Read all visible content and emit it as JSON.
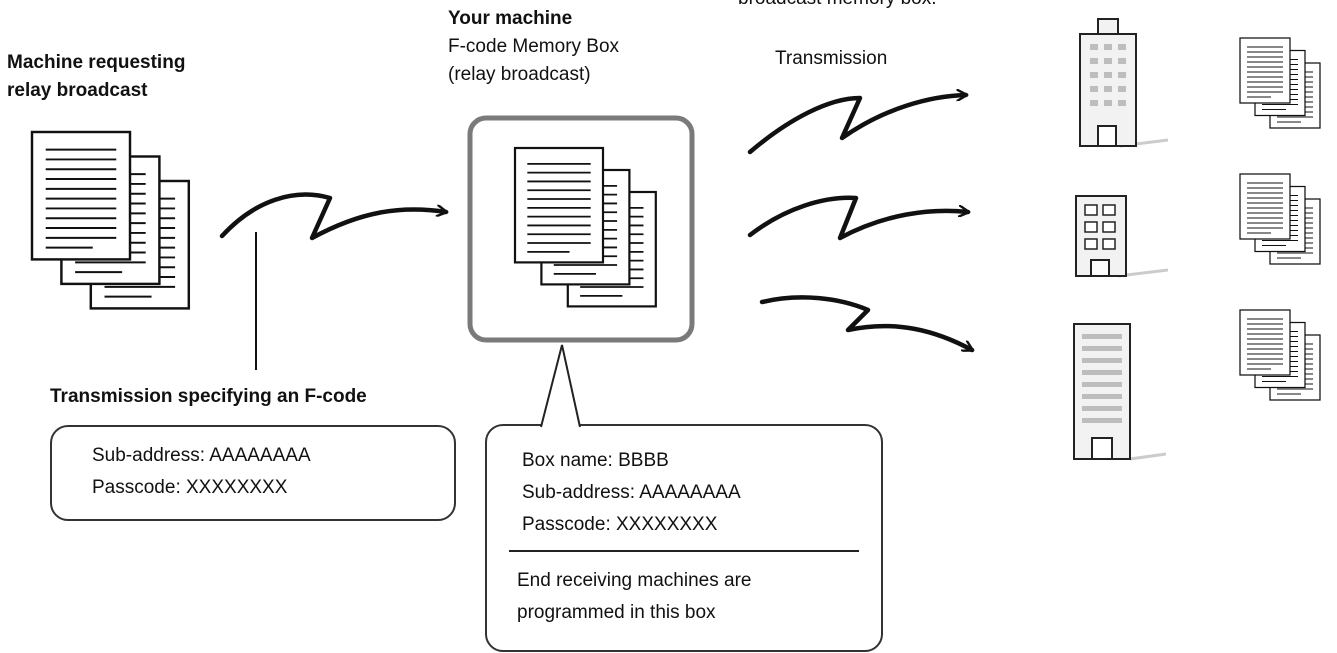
{
  "cropped_top_text": "broadcast memory box.",
  "requesting": {
    "line1": "Machine requesting",
    "line2": "relay broadcast"
  },
  "your_machine": {
    "title": "Your machine",
    "line1": "F-code Memory Box",
    "line2": "(relay broadcast)"
  },
  "transmission_label": "Transmission",
  "fcode_label": "Transmission specifying an F-code",
  "left_box": {
    "subaddress": "Sub-address: AAAAAAAA",
    "passcode": "Passcode: XXXXXXXX"
  },
  "callout_box": {
    "box_name": "Box name: BBBB",
    "subaddress": "Sub-address: AAAAAAAA",
    "passcode": "Passcode: XXXXXXXX",
    "note_line1": "End receiving machines are",
    "note_line2": "programmed in this box"
  },
  "icons": [
    "document-stack-icon",
    "building-icon",
    "transmission-arrow-icon"
  ],
  "colors": {
    "stroke": "#111111",
    "memory_box_border": "#7a7a7a",
    "building_fill": "#f2f2f2"
  }
}
